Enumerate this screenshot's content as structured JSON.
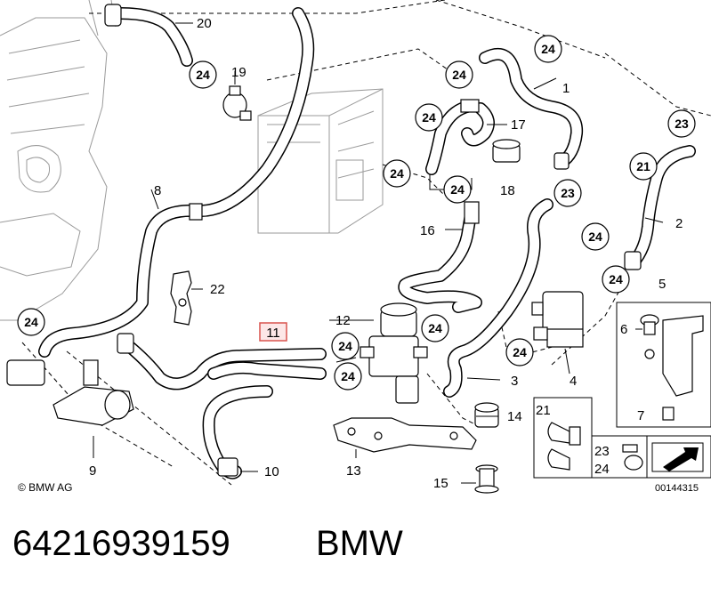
{
  "diagram": {
    "copyright": "© BMW AG",
    "image_number": "00144315",
    "highlight_color": "#d9534f",
    "callout_24": "24",
    "callout_23": "23",
    "callout_21": "21",
    "parts": {
      "p1": "1",
      "p2": "2",
      "p3": "3",
      "p4": "4",
      "p5": "5",
      "p6": "6",
      "p7": "7",
      "p8": "8",
      "p9": "9",
      "p10": "10",
      "p11": "11",
      "p12": "12",
      "p13": "13",
      "p14": "14",
      "p15": "15",
      "p16": "16",
      "p17": "17",
      "p18": "18",
      "p19": "19",
      "p20": "20",
      "p21": "21",
      "p22": "22",
      "p23": "23",
      "p24": "24"
    }
  },
  "caption": {
    "part_number": "64216939159",
    "brand": "BMW"
  }
}
